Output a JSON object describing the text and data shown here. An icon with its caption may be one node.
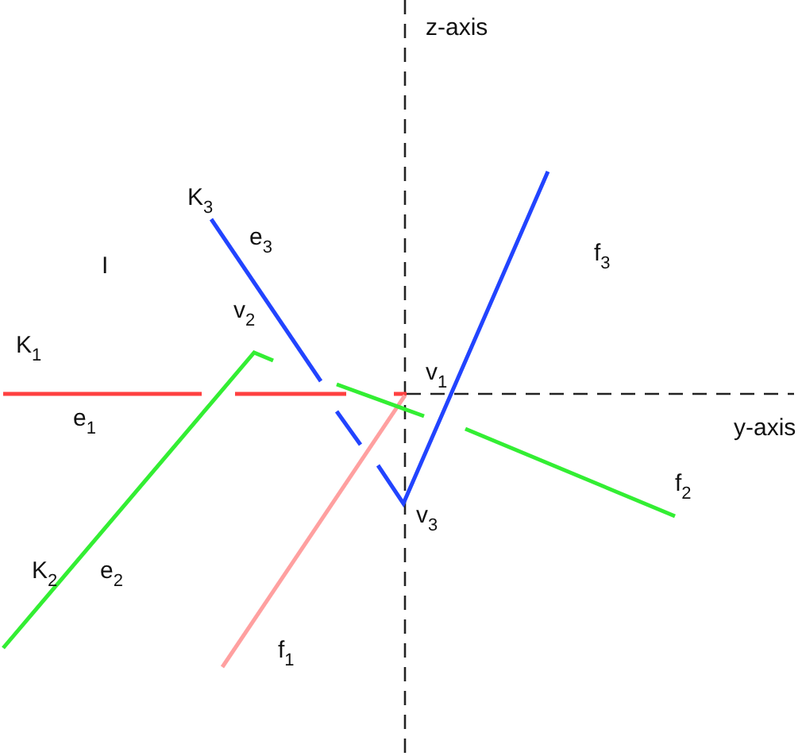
{
  "diagram": {
    "labels": [
      "z-axis",
      "K$_{3}$",
      "e$_{3}$",
      "f$_{3}$",
      "I",
      "v$_{2}$",
      "K$_{1}$",
      "v$_{1}$",
      "e$_{1}$",
      "y-axis",
      "v$_{3}$",
      "f$_{2}$",
      "K$_{2}$",
      "e$_{2}$",
      "f$_{1}$"
    ]
  }
}
